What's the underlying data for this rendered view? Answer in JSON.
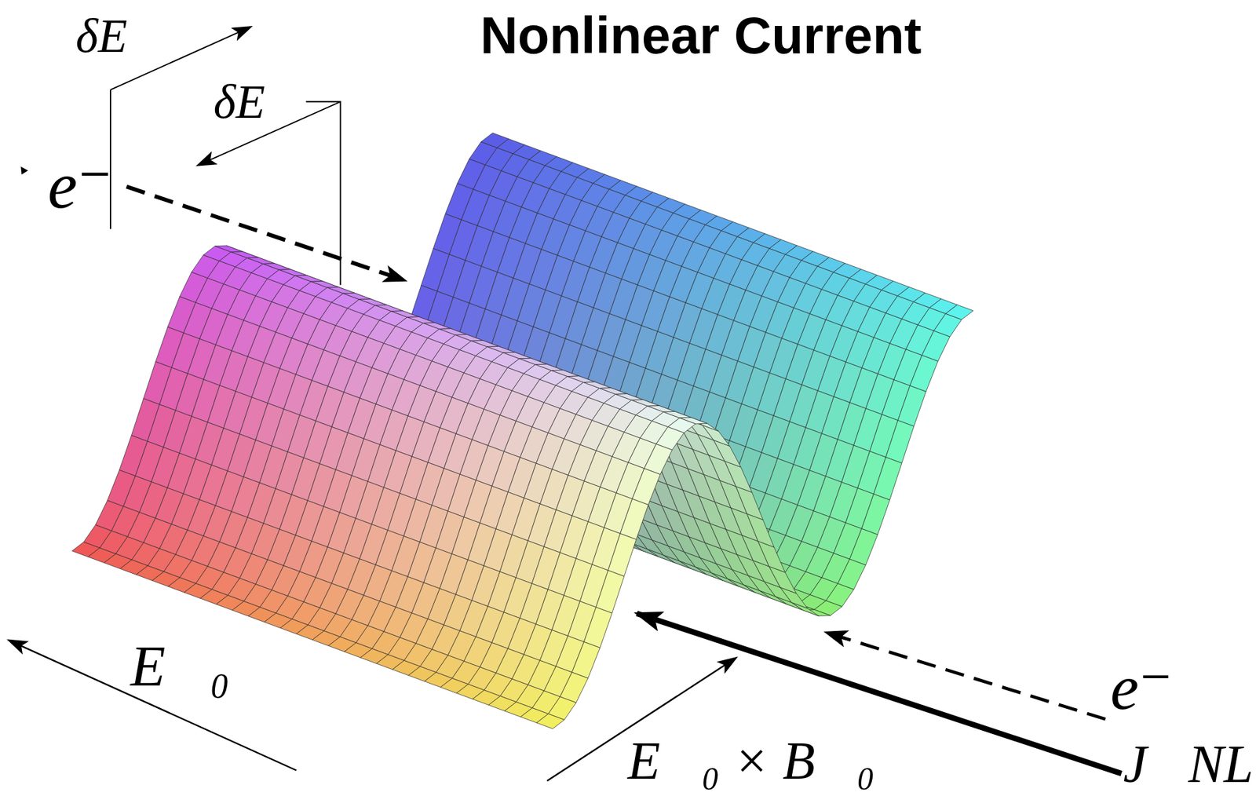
{
  "diagram": {
    "title": "Nonlinear Current",
    "labels": [
      "δE⃗",
      "δE⃗",
      "e⁻",
      "E⃗₀",
      "E⃗₀ × B⃗₀",
      "e⁻",
      "J⃗NL"
    ]
  }
}
